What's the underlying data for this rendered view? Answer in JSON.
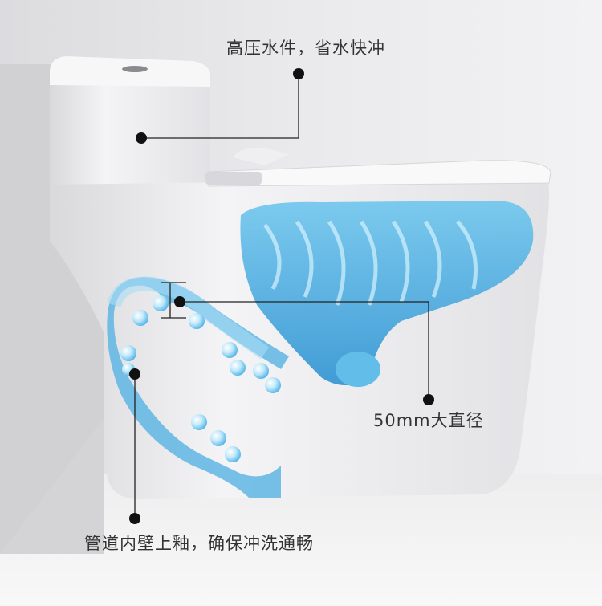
{
  "annotations": {
    "tank": "高压水件，省水快冲",
    "trapway": "50mm大直径",
    "glaze": "管道内壁上釉，确保冲洗通畅"
  }
}
